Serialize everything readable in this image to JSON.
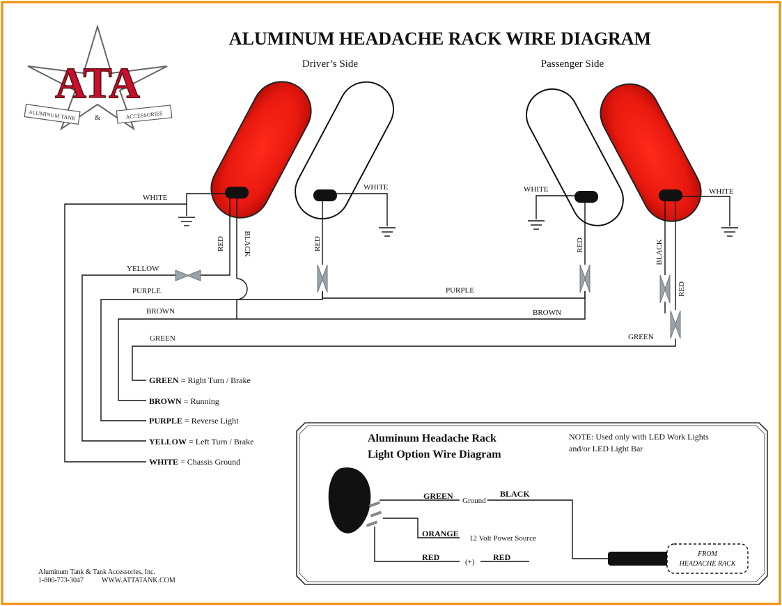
{
  "title": "ALUMINUM HEADACHE RACK WIRE DIAGRAM",
  "logo": {
    "letters": "ATA",
    "left_banner": "ALUMINUM TANK",
    "amp": "&",
    "right_banner": "ACCESSORIES"
  },
  "sides": {
    "driver": "Driver’s Side",
    "passenger": "Passenger Side"
  },
  "wire_labels": {
    "white_driver_left": "WHITE",
    "white_driver_right": "WHITE",
    "white_pass_left": "WHITE",
    "white_pass_right": "WHITE",
    "red_driver_1": "RED",
    "black_driver": "BLACK",
    "red_driver_2": "RED",
    "red_pass_1": "RED",
    "black_pass": "BLACK",
    "red_pass_2": "RED",
    "yellow": "YELLOW",
    "purple_left": "PURPLE",
    "purple_mid": "PURPLE",
    "brown_left": "BROWN",
    "brown_right": "BROWN",
    "green_left": "GREEN",
    "green_right": "GREEN"
  },
  "legend": [
    {
      "color": "GREEN",
      "desc": " = Right Turn / Brake"
    },
    {
      "color": "BROWN",
      "desc": " = Running"
    },
    {
      "color": "PURPLE",
      "desc": " = Reverse Light"
    },
    {
      "color": "YELLOW",
      "desc": " = Left Turn / Brake"
    },
    {
      "color": "WHITE",
      "desc": " = Chassis Ground"
    }
  ],
  "option_box": {
    "title_line1": "Aluminum Headache Rack",
    "title_line2": "Light Option Wire Diagram",
    "note_line1": "NOTE: Used only with LED Work Lights",
    "note_line2": "and/or LED Light Bar",
    "green": "GREEN",
    "ground": "Ground",
    "black": "BLACK",
    "orange": "ORANGE",
    "power": "12 Volt Power Source",
    "red_left": "RED",
    "plus": "(+)",
    "red_right": "RED",
    "from_line1": "FROM",
    "from_line2": "HEADACHE RACK"
  },
  "footer": {
    "company": "Aluminum Tank & Tank Accessories, Inc.",
    "phone": "1-800-773-3047",
    "web": "WWW.ATTATANK.COM"
  },
  "colors": {
    "border": "#f28c00",
    "light_red": "#e8190f",
    "connector": "#9aa3aa"
  }
}
